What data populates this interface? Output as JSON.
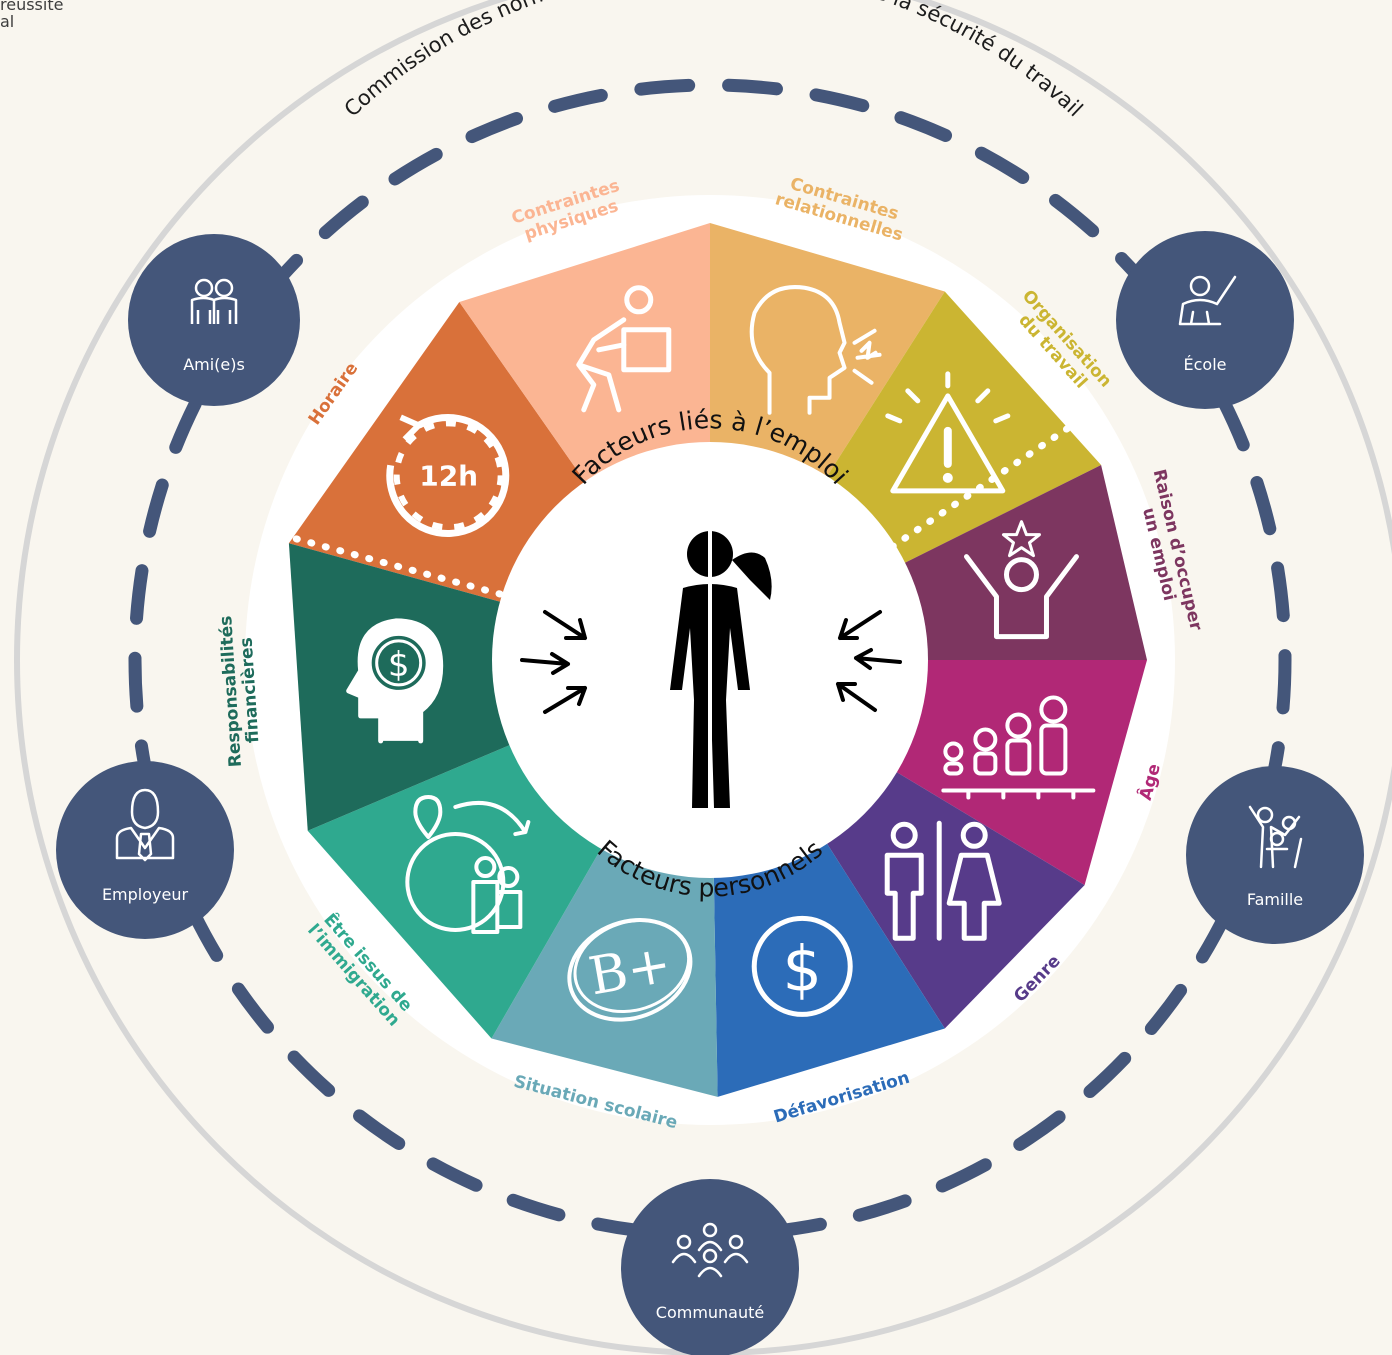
{
  "corner_text": [
    "réussite",
    "al"
  ],
  "outer_ring_title": "Commission des normes, de l’équité, de la santé et de la sécurité du travail",
  "center": {
    "top_label": "Facteurs liés à l’emploi",
    "bottom_label": "Facteurs personnels"
  },
  "segments": [
    {
      "id": "horaire",
      "lines": [
        "Horaire"
      ],
      "color": "#d9713a",
      "icon": "clock-12h-icon",
      "icon_text": "12h"
    },
    {
      "id": "contraintes-physiques",
      "lines": [
        "Contraintes",
        "physiques"
      ],
      "color": "#fbb593",
      "icon": "person-lifting-box-icon"
    },
    {
      "id": "contraintes-relationnelles",
      "lines": [
        "Contraintes",
        "relationnelles"
      ],
      "color": "#eab366",
      "icon": "head-shouting-icon"
    },
    {
      "id": "organisation-du-travail",
      "lines": [
        "Organisation",
        "du travail"
      ],
      "color": "#cbb532",
      "icon": "warning-triangle-icon"
    },
    {
      "id": "raison-occuper-emploi",
      "lines": [
        "Raison d’occuper",
        "un emploi"
      ],
      "color": "#7d3660",
      "icon": "person-star-icon"
    },
    {
      "id": "age",
      "lines": [
        "Âge"
      ],
      "color": "#b12876",
      "icon": "age-growth-icon"
    },
    {
      "id": "genre",
      "lines": [
        "Genre"
      ],
      "color": "#573b8a",
      "icon": "man-woman-icon"
    },
    {
      "id": "defavorisation",
      "lines": [
        "Défavorisation"
      ],
      "color": "#2c6cb8",
      "icon": "dollar-circle-icon"
    },
    {
      "id": "situation-scolaire",
      "lines": [
        "Situation scolaire"
      ],
      "color": "#6aa9b7",
      "icon": "grade-b-plus-icon",
      "icon_text": "B+"
    },
    {
      "id": "etre-issus-immigration",
      "lines": [
        "Être issus de",
        "l’immigration"
      ],
      "color": "#2fa98f",
      "icon": "globe-family-icon"
    },
    {
      "id": "responsabilites-financieres",
      "lines": [
        "Responsabilités",
        "financières"
      ],
      "color": "#1e6b5b",
      "icon": "head-dollar-icon"
    }
  ],
  "actors": [
    {
      "id": "amis",
      "label": "Ami(e)s",
      "icon": "friends-icon"
    },
    {
      "id": "ecole",
      "label": "École",
      "icon": "teacher-icon"
    },
    {
      "id": "famille",
      "label": "Famille",
      "icon": "family-icon"
    },
    {
      "id": "communaute",
      "label": "Communauté",
      "icon": "community-icon"
    },
    {
      "id": "employeur",
      "label": "Employeur",
      "icon": "employer-icon"
    }
  ],
  "colors": {
    "background": "#f9f6ef",
    "actor_circle": "#44567a",
    "dashed_ring": "#44567a",
    "outer_ring": "#d6d6d6",
    "text_dark": "#1c1c1c"
  }
}
